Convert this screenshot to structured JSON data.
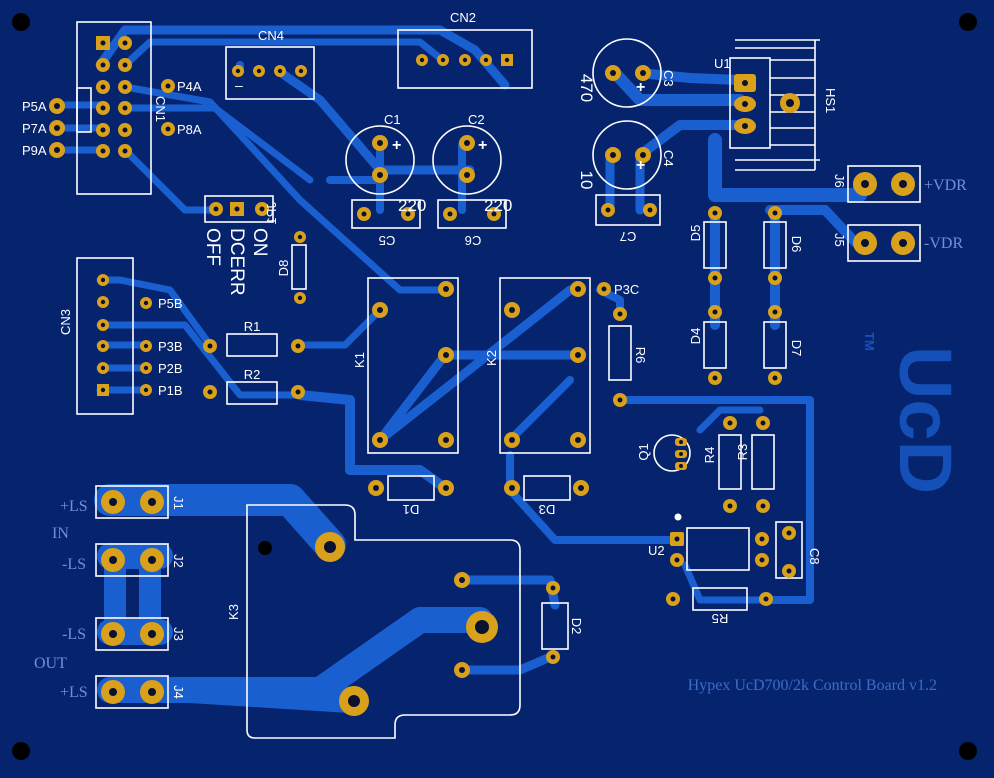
{
  "board": {
    "title": "Hypex UcD700/2k Control Board v1.2",
    "logo": "UcD",
    "trademark": "TM",
    "colors": {
      "background": "#06246e",
      "trace": "#1a5fd0",
      "pad": "#d9a11b",
      "silkscreen": "#ffffff",
      "logo": "#1450b8"
    }
  },
  "components": {
    "connectors": {
      "cn1": "CN1",
      "cn2": "CN2",
      "cn3": "CN3",
      "cn4": "CN4",
      "j1": "J1",
      "j2": "J2",
      "j3": "J3",
      "j4": "J4",
      "j5": "J5",
      "j6": "J6",
      "jp1": "JP1"
    },
    "capacitors": {
      "c1": "C1",
      "c2": "C2",
      "c3": "C3",
      "c4": "C4",
      "c5": "C5",
      "c6": "C6",
      "c7": "C7",
      "c8": "C8",
      "c1_value": "220",
      "c2_value": "220",
      "c3_value": "470",
      "c4_value": "10",
      "plus": "+"
    },
    "resistors": {
      "r1": "R1",
      "r2": "R2",
      "r3": "R3",
      "r4": "R4",
      "r5": "R5",
      "r6": "R6"
    },
    "diodes": {
      "d1": "D1",
      "d2": "D2",
      "d3": "D3",
      "d4": "D4",
      "d5": "D5",
      "d6": "D6",
      "d7": "D7",
      "d8": "D8"
    },
    "relays": {
      "k1": "K1",
      "k2": "K2",
      "k3": "K3"
    },
    "ics": {
      "u1": "U1",
      "u2": "U2",
      "q1": "Q1",
      "hs1": "HS1"
    }
  },
  "pin_labels": {
    "p4a": "P4A",
    "p5a": "P5A",
    "p7a": "P7A",
    "p8a": "P8A",
    "p9a": "P9A",
    "p5b": "P5B",
    "p3b": "P3B",
    "p2b": "P2B",
    "p1b": "P1B",
    "p3c": "P3C"
  },
  "net_labels": {
    "plus_vdr": "+VDR",
    "minus_vdr": "-VDR",
    "plus_ls_1": "+LS",
    "minus_ls_2": "-LS",
    "minus_ls_3": "-LS",
    "plus_ls_4": "+LS",
    "in": "IN",
    "out": "OUT",
    "cn4_minus": "–"
  },
  "jumper_labels": {
    "on": "ON",
    "dcerr": "DCERR",
    "off": "OFF"
  }
}
